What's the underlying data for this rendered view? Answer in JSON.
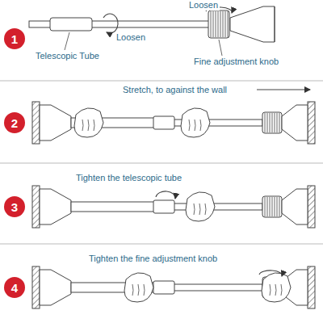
{
  "diagram": {
    "nodes": [
      {
        "text": [
          "1"
        ]
      },
      {
        "text": [
          "2"
        ]
      },
      {
        "text": [
          "3"
        ]
      },
      {
        "text": [
          "4"
        ]
      }
    ],
    "labels": [
      "Loosen",
      "Loosen",
      "Telescopic Tube",
      "Fine adjustment knob",
      "Stretch, to against the wall",
      "Tighten the telescopic tube",
      "Tighten the fine adjustment knob"
    ]
  }
}
